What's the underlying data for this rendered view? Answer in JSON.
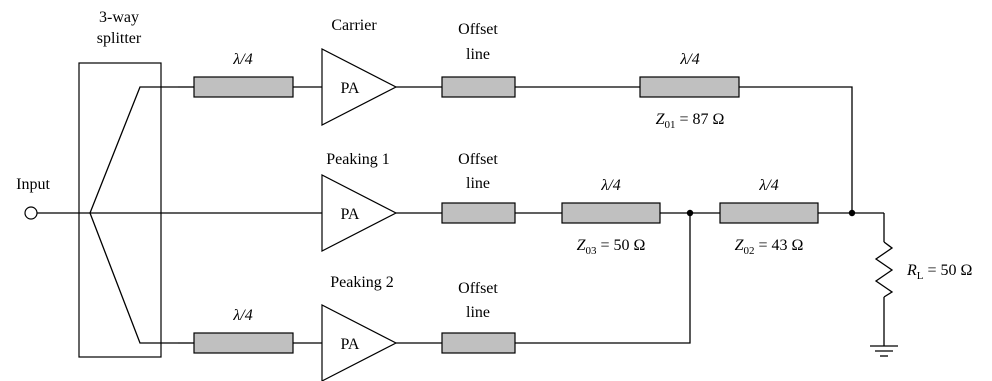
{
  "splitter": {
    "line1": "3-way",
    "line2": "splitter"
  },
  "input": {
    "label": "Input"
  },
  "amplifiers": {
    "carrier": {
      "title": "Carrier",
      "label": "PA"
    },
    "peaking1": {
      "title": "Peaking 1",
      "label": "PA"
    },
    "peaking2": {
      "title": "Peaking 2",
      "label": "PA"
    }
  },
  "offset_line": {
    "line1": "Offset",
    "line2": "line"
  },
  "quarter_wave": "λ/4",
  "impedances": {
    "z01": {
      "symbol": "Z",
      "sub": "01",
      "value": " = 87 Ω"
    },
    "z02": {
      "symbol": "Z",
      "sub": "02",
      "value": " = 43 Ω"
    },
    "z03": {
      "symbol": "Z",
      "sub": "03",
      "value": " = 50 Ω"
    }
  },
  "load": {
    "symbol": "R",
    "sub": "L",
    "value": " = 50 Ω"
  }
}
